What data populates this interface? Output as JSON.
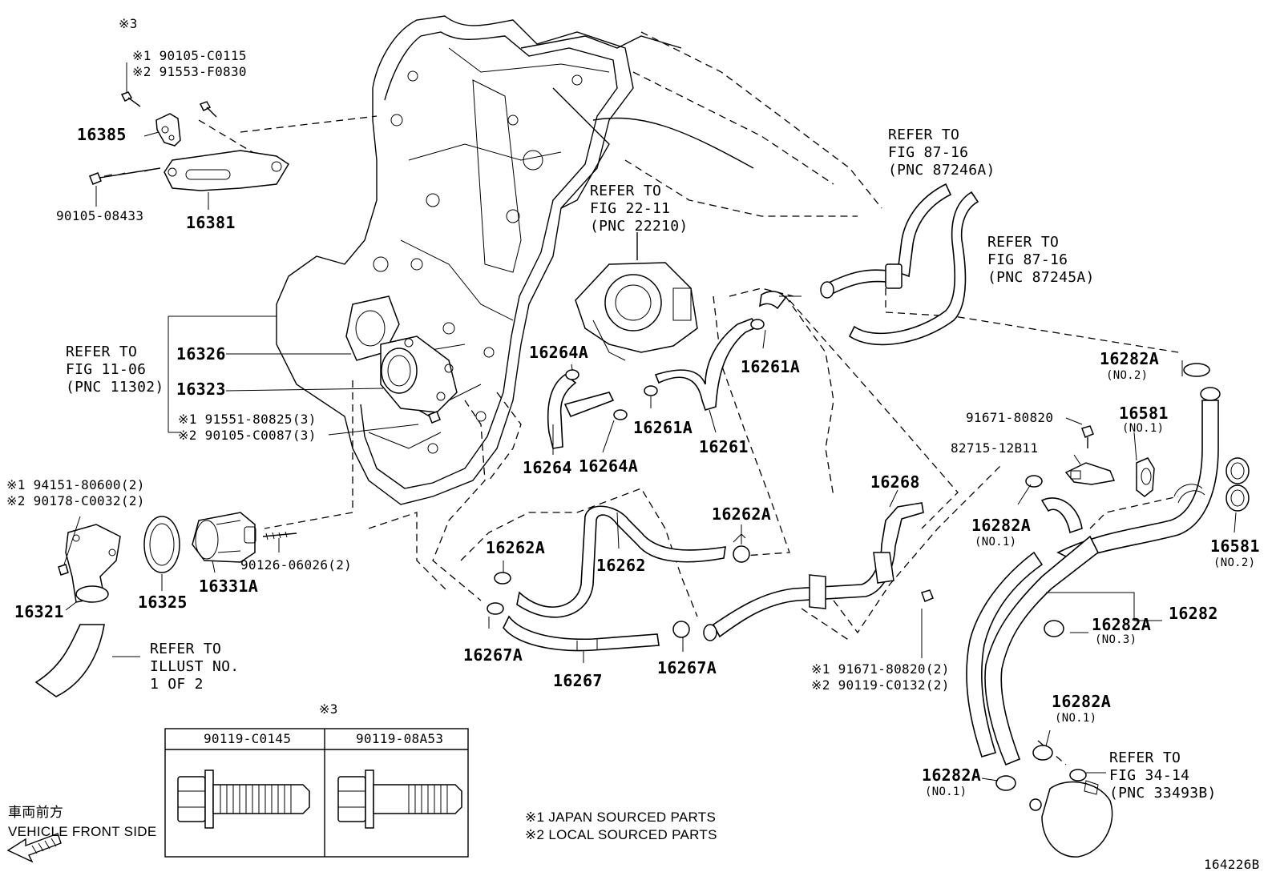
{
  "callouts": {
    "c3_top": "※3",
    "note1_a": "※1 90105-C0115",
    "note2_a": "※2 91553-F0830",
    "p16385": "16385",
    "p90105_08433": "90105-08433",
    "p16381": "16381",
    "ref_fig1106": "REFER TO\nFIG 11-06\n(PNC 11302)",
    "p16326": "16326",
    "p16323": "16323",
    "note1_b": "※1 91551-80825(3)",
    "note2_b": "※2 90105-C0087(3)",
    "note1_c": "※1 94151-80600(2)",
    "note2_c": "※2 90178-C0032(2)",
    "p16321": "16321",
    "p16325": "16325",
    "p16331A": "16331A",
    "p90126": "90126-06026(2)",
    "ref_illust": "REFER TO\nILLUST NO.\n1 OF 2",
    "ref_fig2211": "REFER TO\nFIG 22-11\n(PNC 22210)",
    "p16264A_a": "16264A",
    "p16264": "16264",
    "p16264A_b": "16264A",
    "p16261A_a": "16261A",
    "p16261A_b": "16261A",
    "p16261": "16261",
    "p16262A_a": "16262A",
    "p16262A_b": "16262A",
    "p16262": "16262",
    "p16267A_a": "16267A",
    "p16267": "16267",
    "p16267A_b": "16267A",
    "p16268": "16268",
    "ref_fig8716a": "REFER TO\nFIG 87-16\n(PNC 87246A)",
    "ref_fig8716b": "REFER TO\nFIG 87-16\n(PNC 87245A)",
    "p16282A_no2": "16282A",
    "no2_a": "(NO.2)",
    "p91671_80820": "91671-80820",
    "p82715": "82715-12B11",
    "p16581_no1": "16581",
    "no1_a": "(NO.1)",
    "p16282A_no1a": "16282A",
    "no1_b": "(NO.1)",
    "p16581_no2": "16581",
    "no2_b": "(NO.2)",
    "p16282A_no3": "16282A",
    "no3": "(NO.3)",
    "p16282": "16282",
    "note1_d": "※1 91671-80820(2)",
    "note2_d": "※2 90119-C0132(2)",
    "p16282A_no1b": "16282A",
    "no1_c": "(NO.1)",
    "p16282A_no1c": "16282A",
    "no1_d": "(NO.1)",
    "ref_fig3414": "REFER TO\nFIG 34-14\n(PNC 33493B)"
  },
  "bolt_table": {
    "marker": "※3",
    "col1": "90119-C0145",
    "col2": "90119-08A53"
  },
  "legend": {
    "line1": "※1 JAPAN SOURCED PARTS",
    "line2": "※2 LOCAL SOURCED PARTS"
  },
  "orientation": {
    "jp": "車両前方",
    "en": "VEHICLE FRONT SIDE"
  },
  "illustration_id": "164226B"
}
